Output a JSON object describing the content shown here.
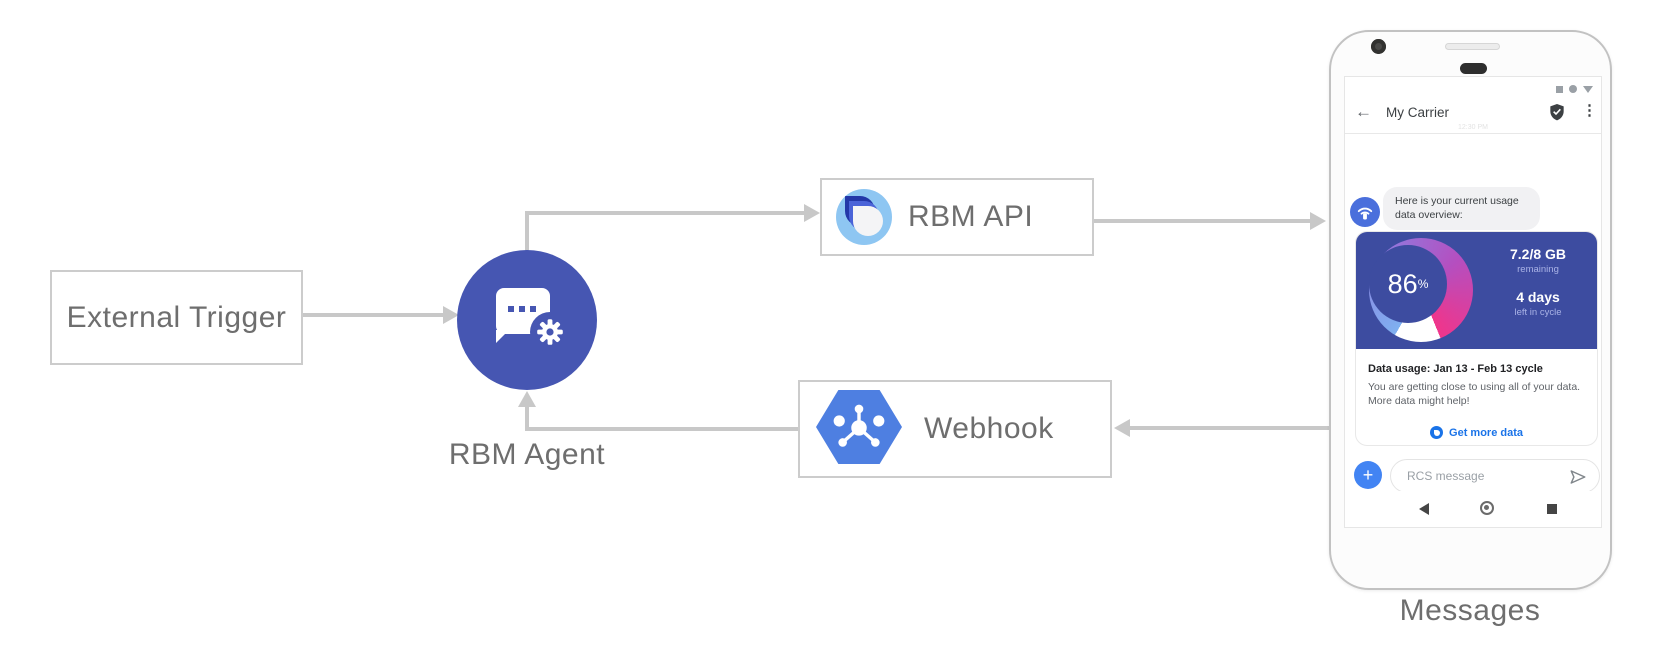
{
  "diagram": {
    "external_trigger_label": "External Trigger",
    "rbm_agent_label": "RBM Agent",
    "rbm_api_label": "RBM API",
    "webhook_label": "Webhook",
    "phone_caption": "Messages"
  },
  "phone": {
    "status_icons": [
      "square",
      "circle",
      "triangle"
    ],
    "app_bar": {
      "back_icon": "←",
      "title": "My Carrier",
      "verified_icon": "shield-check",
      "overflow_icon": "⋮"
    },
    "timestamp": "12:30 PM",
    "message": {
      "line1": "Here is your current usage",
      "line2": "data overview:"
    },
    "usage_card": {
      "percent": "86",
      "percent_unit": "%",
      "remaining_value": "7.2/8 GB",
      "remaining_label": "remaining",
      "days_value": "4 days",
      "days_label": "left in cycle",
      "title": "Data usage: Jan 13 - Feb 13 cycle",
      "body_line1": "You are getting close to using all of your data.",
      "body_line2": "More data might help!",
      "action_label": "Get more data"
    },
    "compose": {
      "plus_icon": "+",
      "placeholder": "RCS message",
      "send_icon": "send-arrow"
    },
    "nav_icons": [
      "back-triangle",
      "home-circle",
      "recents-square"
    ]
  },
  "colors": {
    "arrow_gray": "#c8c8c8",
    "label_gray": "#6e6e6e",
    "agent_indigo": "#4656b2",
    "card_indigo": "#3d4ca0",
    "webhook_blue": "#4e7fe1",
    "logo_light_blue": "#8ec6f2",
    "logo_navy": "#2337a8",
    "logo_mid_blue": "#4a63d8",
    "link_blue": "#1a73e8",
    "plus_blue": "#4284f3",
    "gauge_blue": "#7fb0f0",
    "gauge_purple": "#b44fc0",
    "gauge_pink": "#f0358b"
  }
}
